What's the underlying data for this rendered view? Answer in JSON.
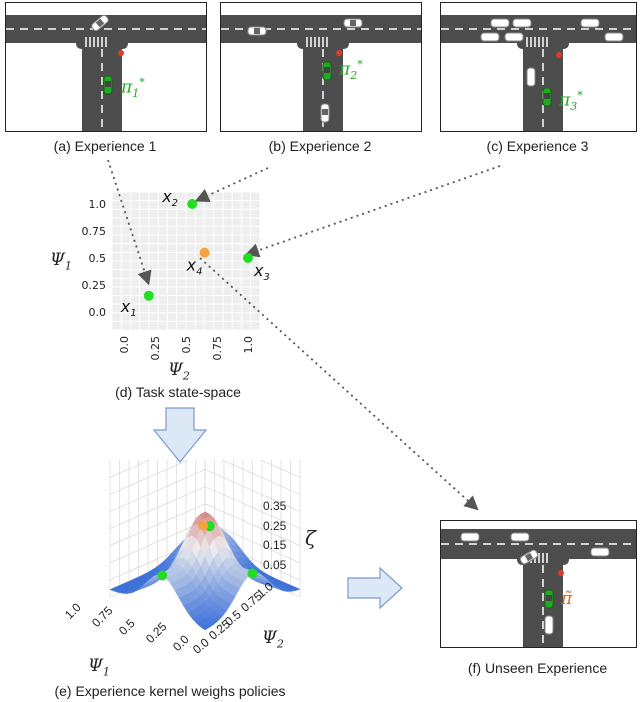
{
  "captions": {
    "a": "(a)  Experience 1",
    "b": "(b)  Experience 2",
    "c": "(c)  Experience 3",
    "d": "(d)  Task state-space",
    "e": "(e)  Experience kernel weighs policies",
    "f": "(f)  Unseen Experience"
  },
  "policies": {
    "p1": "π",
    "p1_sub": "1",
    "p1_sup": "*",
    "p2": "π",
    "p2_sub": "2",
    "p2_sup": "*",
    "p3": "π",
    "p3_sub": "3",
    "p3_sup": "*",
    "unseen": "π̃"
  },
  "colors": {
    "road": "#4d4d4d",
    "lane_dash": "#ffffff",
    "point_known": "#22dd22",
    "point_unseen": "#f4a340",
    "policy_green": "#22aa22",
    "policy_orange": "#d2691e",
    "surface_high": "#c83030",
    "surface_low": "#3a6fd8",
    "arrow_fill": "#dde8f6",
    "arrow_stroke": "#7a9ccc"
  },
  "scatter": {
    "ylabel": "Ψ",
    "ylabel_sub": "1",
    "xlabel": "Ψ",
    "xlabel_sub": "2",
    "xticks": [
      "0.0",
      "0.25",
      "0.5",
      "0.75",
      "1.0"
    ],
    "yticks": [
      "0.0",
      "0.25",
      "0.5",
      "0.75",
      "1.0"
    ],
    "points": [
      {
        "label": "x",
        "sub": "1",
        "x": 0.2,
        "y": 0.15,
        "kind": "known"
      },
      {
        "label": "x",
        "sub": "2",
        "x": 0.55,
        "y": 1.0,
        "kind": "known"
      },
      {
        "label": "x",
        "sub": "3",
        "x": 1.0,
        "y": 0.5,
        "kind": "known"
      },
      {
        "label": "x",
        "sub": "4",
        "x": 0.65,
        "y": 0.55,
        "kind": "unseen"
      }
    ]
  },
  "surface": {
    "zlabel": "ζ",
    "zticks": [
      "0.35",
      "0.25",
      "0.15",
      "0.05"
    ],
    "psi1_label": "Ψ",
    "psi1_sub": "1",
    "psi1_ticks": [
      "1.0",
      "0.75",
      "0.5",
      "0.25",
      "0.0"
    ],
    "psi2_label": "Ψ",
    "psi2_sub": "2",
    "psi2_ticks": [
      "1.0",
      "0.75",
      "0.5",
      "0.25",
      "0.0"
    ]
  }
}
